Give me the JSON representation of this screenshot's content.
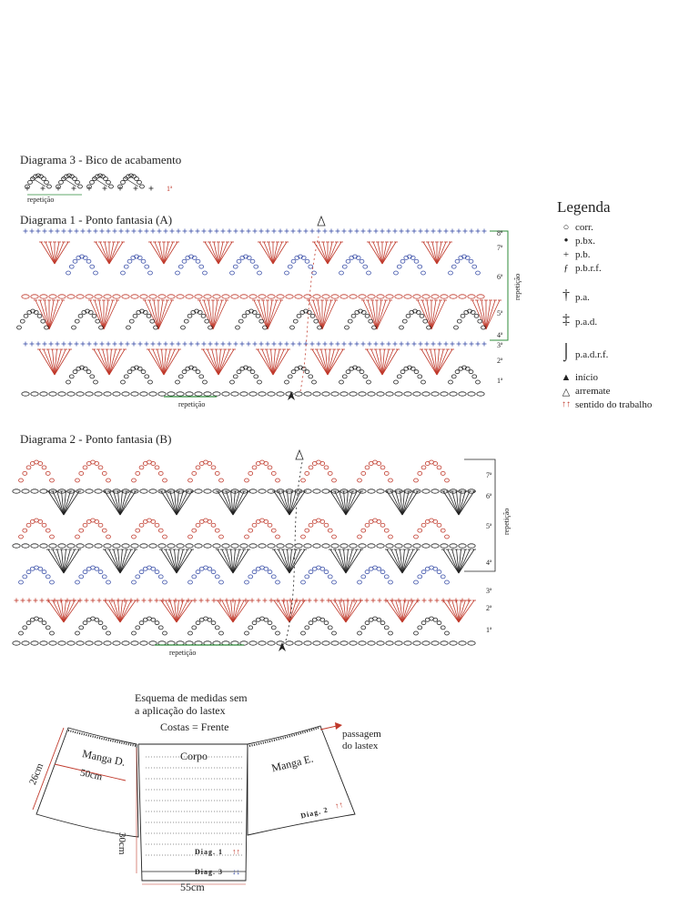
{
  "diagram3": {
    "title": "Diagrama 3 - Bico de acabamento",
    "repeat_label": "repetição",
    "row_label": "1ª"
  },
  "diagram1": {
    "title": "Diagrama 1 - Ponto fantasia (A)",
    "repeat_label": "repetição",
    "side_repeat_label": "repetição",
    "rows": [
      "8ª",
      "7ª",
      "6ª",
      "5ª",
      "4ª",
      "3ª",
      "2ª",
      "1ª"
    ]
  },
  "diagram2": {
    "title": "Diagrama 2 - Ponto fantasia (B)",
    "repeat_label": "repetição",
    "side_repeat_label": "repetição",
    "rows": [
      "7ª",
      "6ª",
      "5ª",
      "4ª",
      "3ª",
      "2ª",
      "1ª"
    ]
  },
  "legend": {
    "title": "Legenda",
    "items": [
      {
        "icon": "chain-icon",
        "symbol": "○",
        "label": "corr."
      },
      {
        "icon": "slip-stitch-icon",
        "symbol": "●",
        "label": "p.bx."
      },
      {
        "icon": "single-crochet-icon",
        "symbol": "+",
        "label": "p.b."
      },
      {
        "icon": "sc-front-post-icon",
        "symbol": "ƒ",
        "label": "p.b.r.f."
      },
      {
        "icon": "double-crochet-icon",
        "symbol": "†",
        "label": "p.a."
      },
      {
        "icon": "double-crochet-double-icon",
        "symbol": "‡",
        "label": "p.a.d."
      },
      {
        "icon": "dc-front-post-icon",
        "symbol": "⌡",
        "label": "p.a.d.r.f."
      },
      {
        "icon": "start-arrow-icon",
        "symbol": "▲",
        "label": "início"
      },
      {
        "icon": "finish-arrow-icon",
        "symbol": "△",
        "label": "arremate"
      },
      {
        "icon": "work-direction-icon",
        "symbol": "↑↑",
        "label": "sentido do trabalho"
      }
    ]
  },
  "scheme": {
    "title_line1": "Esquema de medidas sem",
    "title_line2": "a aplicação do lastex",
    "subtitle": "Costas = Frente",
    "sleeve_left": "Manga D.",
    "sleeve_right": "Manga E.",
    "body": "Corpo",
    "elastic_line1": "passagem",
    "elastic_line2": "do lastex",
    "width_sleeve": "50cm",
    "height_sleeve": "26cm",
    "height_body": "30cm",
    "width_body": "55cm",
    "diag1": "Diag. 1",
    "diag1_arrows": "↑↑",
    "diag2": "Diag. 2",
    "diag2_arrows": "↑↑",
    "diag3": "Diag. 3",
    "diag3_arrows": "↓↓"
  },
  "colors": {
    "red": "#c0392b",
    "blue": "#3a4fa8",
    "black": "#222222",
    "green": "#2e8b3a"
  }
}
